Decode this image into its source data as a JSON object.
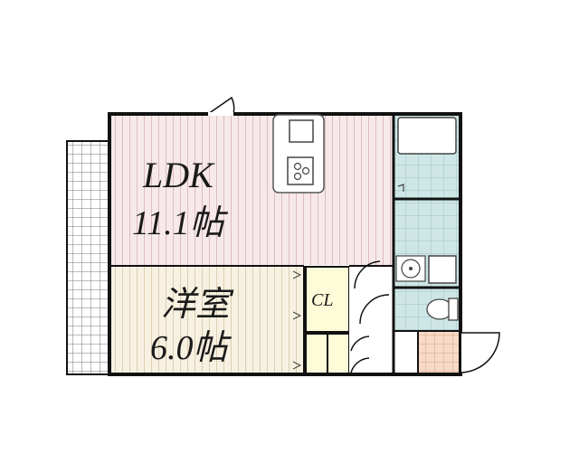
{
  "rooms": {
    "ldk": {
      "name": "LDK",
      "size": "11.1帖",
      "floor_color": "#f7e9ea"
    },
    "western": {
      "name": "洋室",
      "size": "6.0帖",
      "floor_color": "#f7f1e2"
    },
    "closet": {
      "name": "CL",
      "fill_color": "#fdfbd8"
    }
  },
  "colors": {
    "wall": "#111111",
    "wet_area": "#cfe6e6",
    "entrance_tile": "#f6d9c6",
    "balcony_grid": "#777777"
  },
  "icons": [
    "kitchen-sink-icon",
    "stove-burner-icon",
    "bathtub-icon",
    "washbasin-icon",
    "toilet-icon",
    "washing-machine-icon"
  ]
}
